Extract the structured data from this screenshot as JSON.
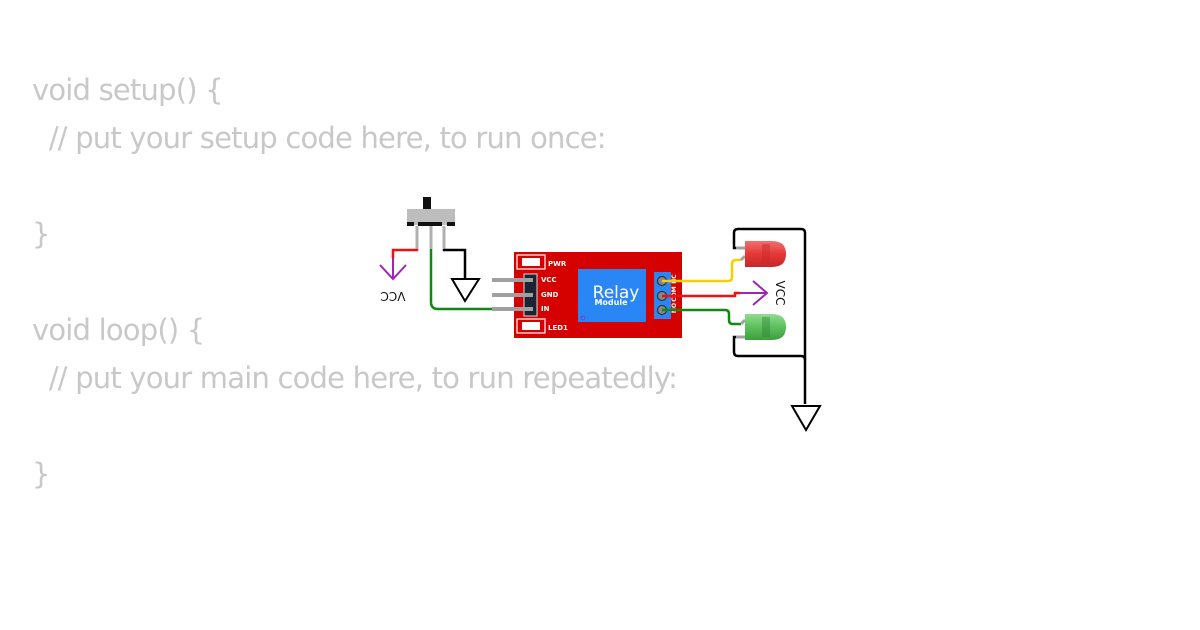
{
  "code": {
    "lines": [
      "void setup() {",
      "  // put your setup code here, to run once:",
      "",
      "}",
      "",
      "void loop() {",
      "  // put your main code here, to run repeatedly:",
      "",
      "}"
    ]
  },
  "circuit": {
    "switch": {
      "name": "slide-switch"
    },
    "vcc_left_label": "VCC",
    "vcc_right_label": "VCC",
    "relay": {
      "title": "Relay",
      "subtitle": "Module",
      "pin_labels": [
        "VCC",
        "GND",
        "IN"
      ],
      "pwr_label": "PWR",
      "led_label": "LED1",
      "terminal_labels": [
        "NC",
        "COM",
        "NO"
      ]
    },
    "leds": [
      {
        "name": "red-led",
        "color": "#e53935"
      },
      {
        "name": "green-led",
        "color": "#4caf50"
      }
    ],
    "colors": {
      "board": "#d50000",
      "relay_block": "#2b86f5",
      "terminal_block": "#2b86f5",
      "wire_red": "#ee1111",
      "wire_green": "#118811",
      "wire_black": "#000000",
      "wire_yellow": "#f5d000",
      "vcc_arrow": "#9c27b0",
      "code_text": "#c8c8c8"
    }
  }
}
